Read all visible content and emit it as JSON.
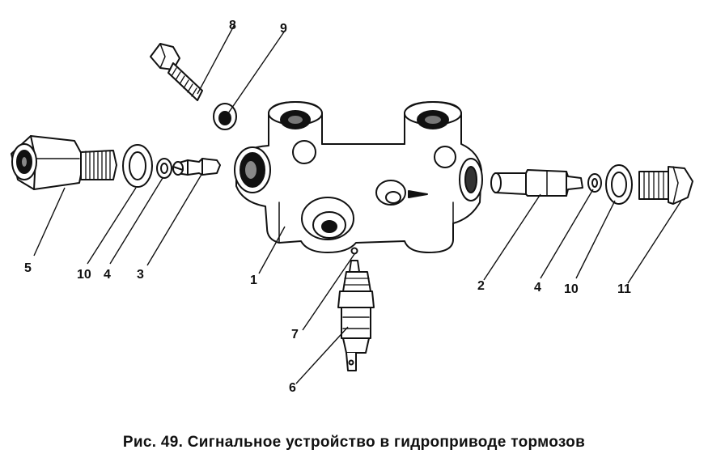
{
  "figure": {
    "caption": "Рис. 49. Сигнальное устройство в гидроприводе тормозов"
  },
  "parts": {
    "p1": "1",
    "p2": "2",
    "p3": "3",
    "p4_left": "4",
    "p4_right": "4",
    "p5": "5",
    "p6": "6",
    "p7": "7",
    "p8": "8",
    "p9": "9",
    "p10_left": "10",
    "p10_right": "10",
    "p11": "11"
  }
}
